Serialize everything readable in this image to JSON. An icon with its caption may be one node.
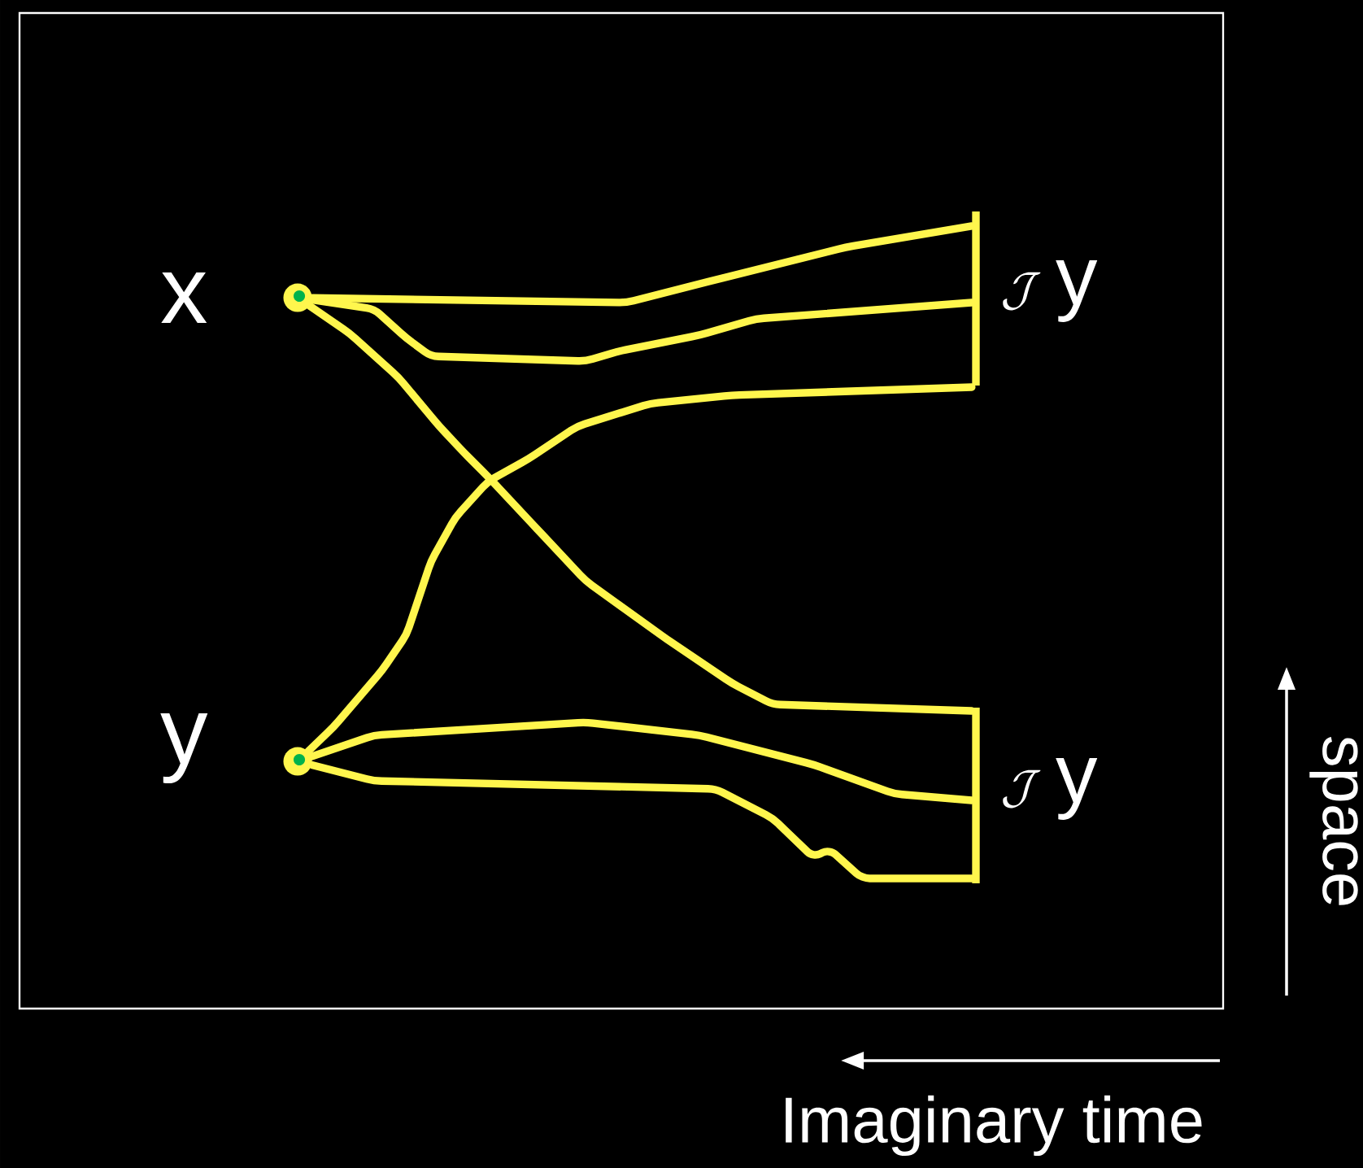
{
  "diagram": {
    "nodes": [
      {
        "text": [],
        "shape": "circle",
        "beside": [
          "x"
        ]
      },
      {
        "text": [],
        "shape": "circle",
        "beside": [
          "y"
        ]
      },
      {
        "text": [],
        "shape": "bar",
        "beside": [
          "\\mathcal{J}",
          "y"
        ]
      },
      {
        "text": [],
        "shape": "bar",
        "beside": [
          "\\mathcal{J}",
          "y"
        ]
      }
    ],
    "edges": [
      {
        "from": 0,
        "to": 2,
        "arrow": "none"
      },
      {
        "from": 0,
        "to": 2,
        "arrow": "none"
      },
      {
        "from": 0,
        "to": 3,
        "arrow": "none"
      },
      {
        "from": 1,
        "to": 2,
        "arrow": "none"
      },
      {
        "from": 1,
        "to": 3,
        "arrow": "none"
      },
      {
        "from": 1,
        "to": 3,
        "arrow": "none"
      }
    ],
    "labels": [
      "space",
      "Imaginary time"
    ]
  }
}
